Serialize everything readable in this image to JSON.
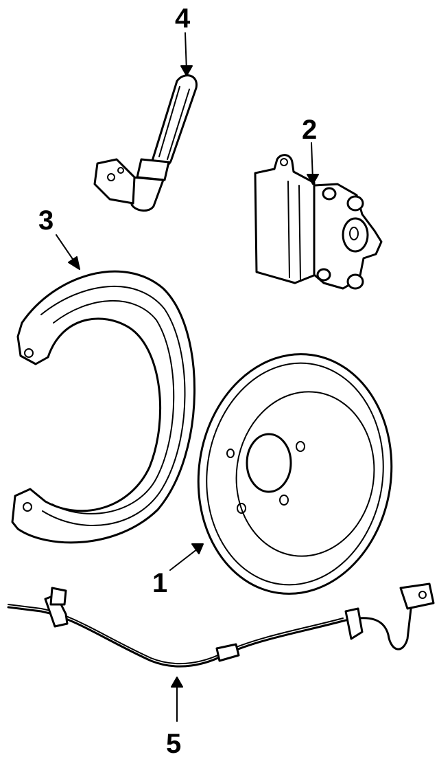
{
  "diagram": {
    "callouts": [
      {
        "id": "1",
        "label": "1",
        "part": "brake-rotor"
      },
      {
        "id": "2",
        "label": "2",
        "part": "brake-caliper"
      },
      {
        "id": "3",
        "label": "3",
        "part": "splash-shield"
      },
      {
        "id": "4",
        "label": "4",
        "part": "brake-hose"
      },
      {
        "id": "5",
        "label": "5",
        "part": "abs-sensor-cable"
      }
    ],
    "colors": {
      "line": "#000000",
      "background": "#ffffff"
    }
  }
}
